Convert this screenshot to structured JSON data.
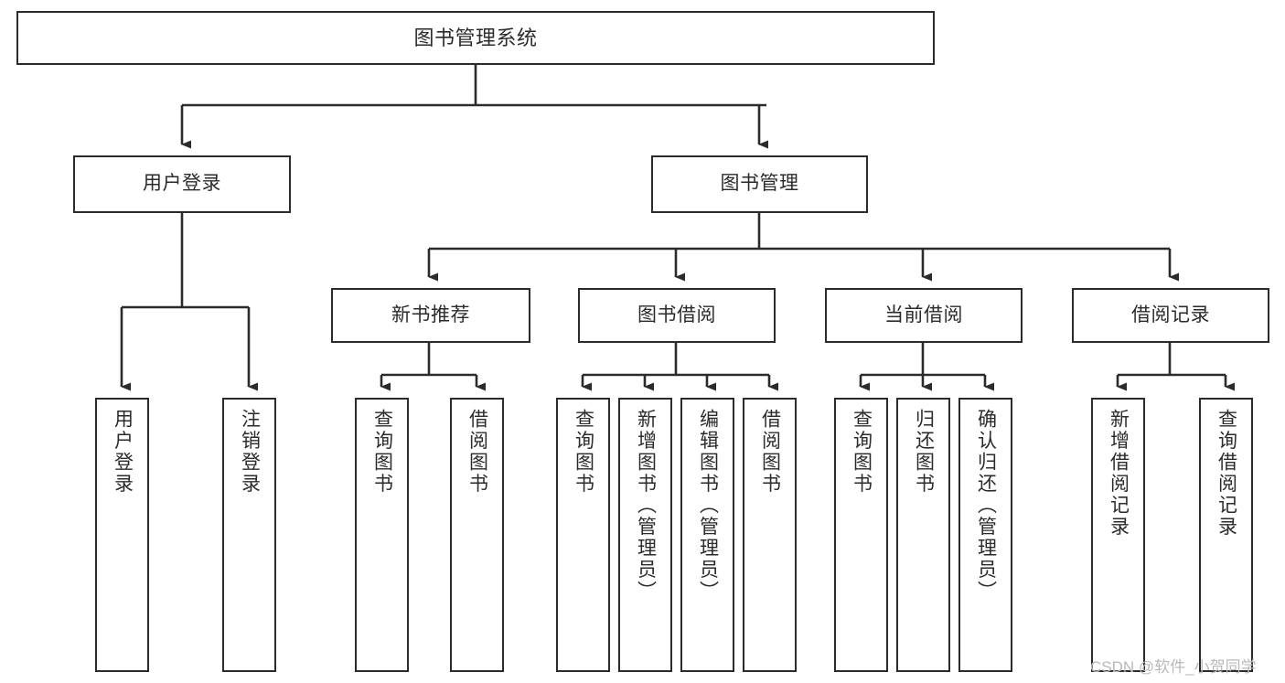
{
  "diagram": {
    "title": "图书管理系统",
    "type": "tree-hierarchy-chart",
    "watermark": "CSDN @软件_小贺同学",
    "watermark_color": "#b9b9b9",
    "line_color": "#2b2b2b",
    "box_fill": "#ffffff",
    "nodes": {
      "root": {
        "label": "图书管理系统"
      },
      "level2": [
        {
          "label": "用户登录"
        },
        {
          "label": "图书管理"
        }
      ],
      "level3": [
        {
          "label": "新书推荐"
        },
        {
          "label": "图书借阅"
        },
        {
          "label": "当前借阅"
        },
        {
          "label": "借阅记录"
        }
      ],
      "leaves": {
        "user_login": [
          {
            "label": "用户登录"
          },
          {
            "label": "注销登录"
          }
        ],
        "new_book": [
          {
            "label": "查询图书"
          },
          {
            "label": "借阅图书"
          }
        ],
        "book_borrow": [
          {
            "label": "查询图书"
          },
          {
            "label": "新增图书（管理员）"
          },
          {
            "label": "编辑图书（管理员）"
          },
          {
            "label": "借阅图书"
          }
        ],
        "current_borrow": [
          {
            "label": "查询图书"
          },
          {
            "label": "归还图书"
          },
          {
            "label": "确认归还（管理员）"
          }
        ],
        "borrow_record": [
          {
            "label": "新增借阅记录"
          },
          {
            "label": "查询借阅记录"
          }
        ]
      }
    }
  }
}
